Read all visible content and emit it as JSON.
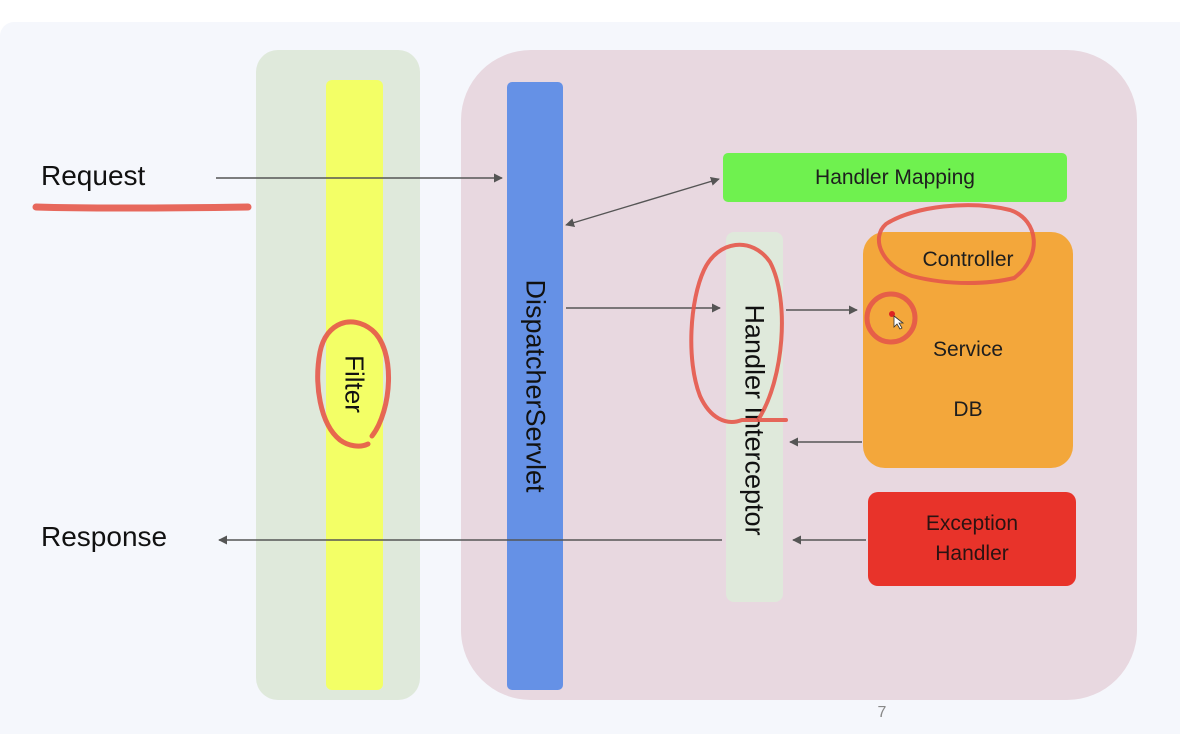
{
  "diagram": {
    "request_label": "Request",
    "response_label": "Response",
    "filter_label": "Filter",
    "dispatcher_label": "DispatcherServlet",
    "handler_mapping_label": "Handler Mapping",
    "interceptor_label": "Handler Interceptor",
    "controller_label": "Controller",
    "service_label": "Service",
    "db_label": "DB",
    "exception_label_line1": "Exception",
    "exception_label_line2": "Handler",
    "page_number": "7"
  },
  "colors": {
    "filter_zone": "#dfe9db",
    "filter_bar": "#f3ff66",
    "spring_zone": "#e8d8e0",
    "dispatcher": "#6591e6",
    "handler_mapping": "#6ff14f",
    "controller_box": "#f3a73b",
    "exception_box": "#e8332a",
    "annotation_ink": "#e5584a"
  }
}
